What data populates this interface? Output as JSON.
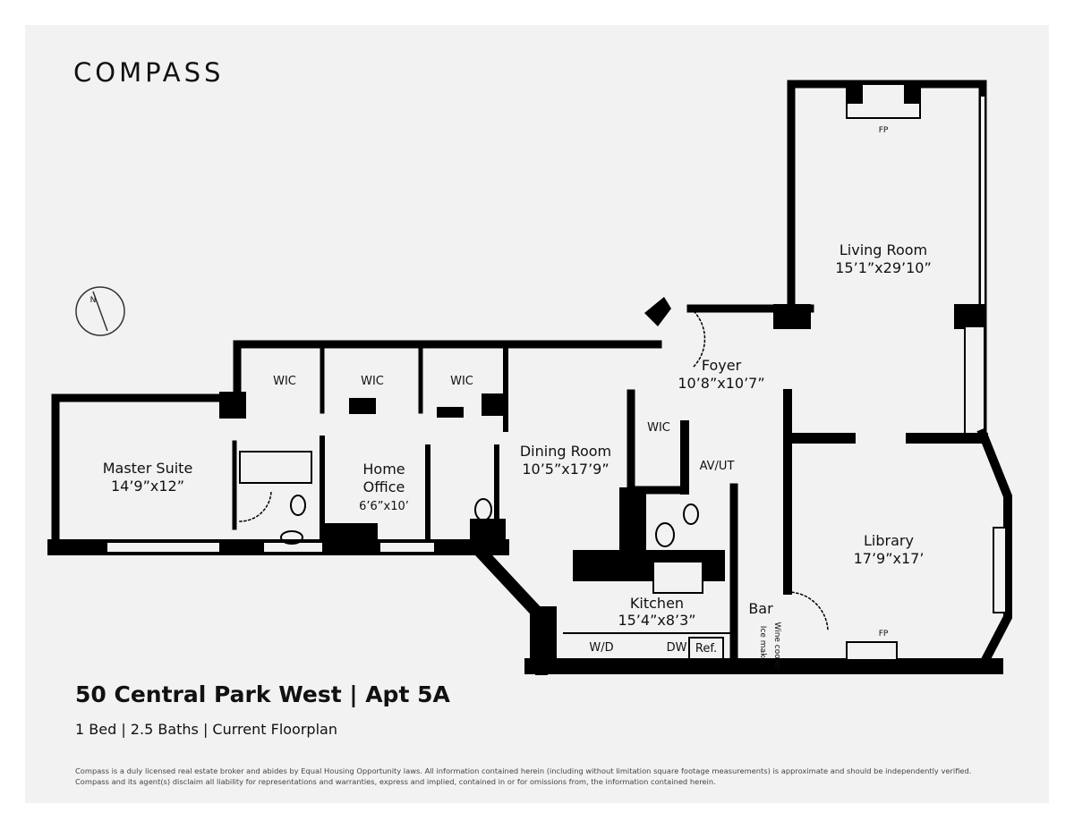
{
  "brand": {
    "logo": "COMPASS"
  },
  "listing": {
    "title": "50 Central Park West  | Apt 5A",
    "subtitle": "1 Bed | 2.5 Baths | Current Floorplan"
  },
  "disclaimer": {
    "line1": "Compass is a duly licensed real estate broker and abides by Equal Housing Opportunity laws.  All information contained herein (including without limitation square footage measurements) is approximate and should be independently verified.",
    "line2": "Compass and its agent(s) disclaim all liability for representations and warranties, express and implied, contained in or for omissions from, the information contained herein."
  },
  "rooms": {
    "living": {
      "name": "Living Room",
      "dims": "15’1”x29’10”"
    },
    "foyer": {
      "name": "Foyer",
      "dims": "10’8”x10’7”"
    },
    "dining": {
      "name": "Dining Room",
      "dims": "10’5”x17’9”"
    },
    "master": {
      "name": "Master Suite",
      "dims": "14’9”x12”"
    },
    "office": {
      "name": "Home Office",
      "office_line1": "Home",
      "office_line2": "Office",
      "dims": "6’6”x10’"
    },
    "kitchen": {
      "name": "Kitchen",
      "dims": "15’4”x8’3”"
    },
    "library": {
      "name": "Library",
      "dims": "17’9”x17’"
    },
    "bar": {
      "name": "Bar"
    }
  },
  "fixtures": {
    "fp1": "FP",
    "fp2": "FP",
    "wic1": "WIC",
    "wic2": "WIC",
    "wic3": "WIC",
    "wic4": "WIC",
    "avut": "AV/UT",
    "wd": "W/D",
    "dw": "DW",
    "ref": "Ref.",
    "ice": "Ice maker",
    "wine": "Wine cooler"
  },
  "compass_rose": {
    "north": "N"
  },
  "colors": {
    "wall": "#000000",
    "background": "#f2f2f2"
  }
}
